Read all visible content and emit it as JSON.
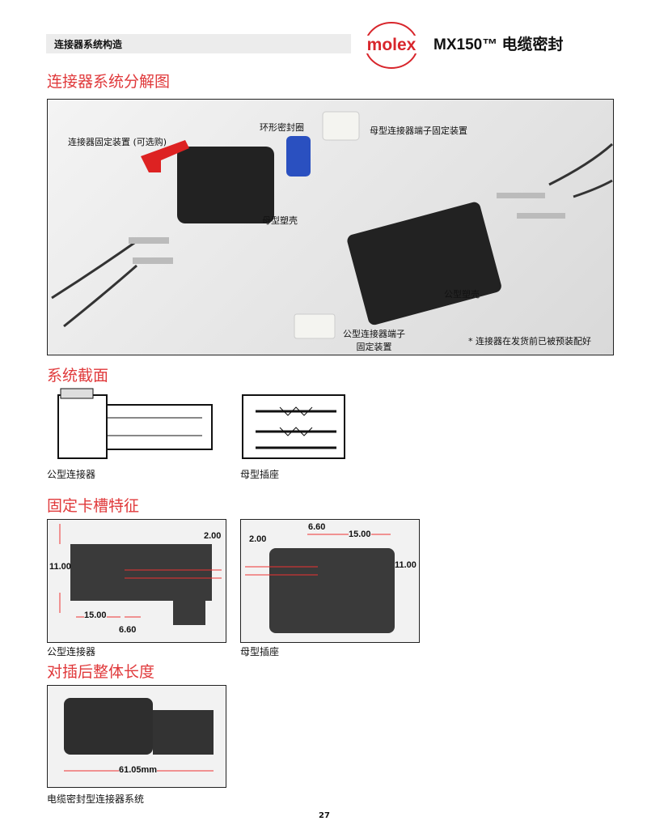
{
  "header": {
    "section": "连接器系统构造",
    "brand": "molex",
    "title": "MX150™ 电缆密封"
  },
  "exploded": {
    "title": "连接器系统分解图",
    "labels": {
      "tpa": "连接器固定装置 (可选购)",
      "seal": "环形密封圈",
      "female_tpa": "母型连接器端子固定装置",
      "female_housing": "母型塑壳",
      "male_housing": "公型塑壳",
      "male_tpa": "公型连接器端子\n固定装置",
      "note": "* 连接器在发货前已被预装配好"
    }
  },
  "cross_section": {
    "title": "系统截面",
    "male_caption": "公型连接器",
    "female_caption": "母型插座"
  },
  "latch": {
    "title": "固定卡槽特征",
    "male": {
      "caption": "公型连接器",
      "dims": [
        "2.00",
        "11.00",
        "15.00",
        "6.60"
      ]
    },
    "female": {
      "caption": "母型插座",
      "dims": [
        "2.00",
        "6.60",
        "15.00",
        "11.00"
      ]
    }
  },
  "mated": {
    "title": "对插后整体长度",
    "dim": "61.05mm",
    "caption": "电缆密封型连接器系统"
  },
  "page_number": "27"
}
